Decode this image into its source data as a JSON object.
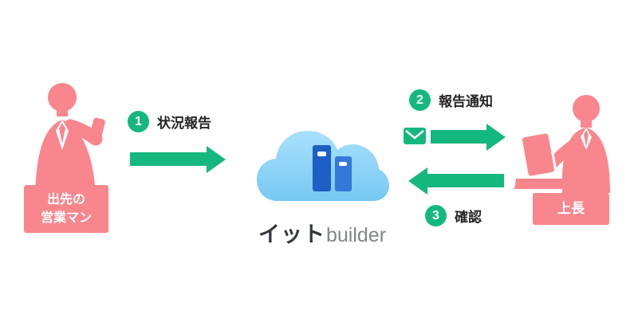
{
  "steps": [
    {
      "num": "1",
      "label": "状況報告"
    },
    {
      "num": "2",
      "label": "報告通知"
    },
    {
      "num": "3",
      "label": "確認"
    }
  ],
  "actors": {
    "sales": {
      "line1": "出先の",
      "line2": "営業マン"
    },
    "boss": {
      "label": "上長"
    }
  },
  "cloud": {
    "brand_bold": "イット",
    "brand_light": "builder"
  },
  "colors": {
    "green": "#14b87e",
    "pink": "#f9868d",
    "cloud_top": "#a9e0fb",
    "cloud_bottom": "#76c8f3",
    "server_left": "#1d5fc4",
    "server_right": "#3379d9",
    "text_dark": "#262626",
    "brand_gray": "#80868c"
  }
}
